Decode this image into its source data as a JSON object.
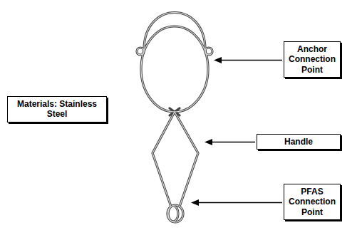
{
  "diagram": {
    "nodes": [
      {
        "text": [
          "Anchor Connection Point"
        ]
      },
      {
        "text": [
          "Materials: Stainless Steel"
        ]
      },
      {
        "text": [
          "Handle"
        ]
      },
      {
        "text": [
          "PFAS Connection Point"
        ]
      }
    ],
    "edges": []
  }
}
